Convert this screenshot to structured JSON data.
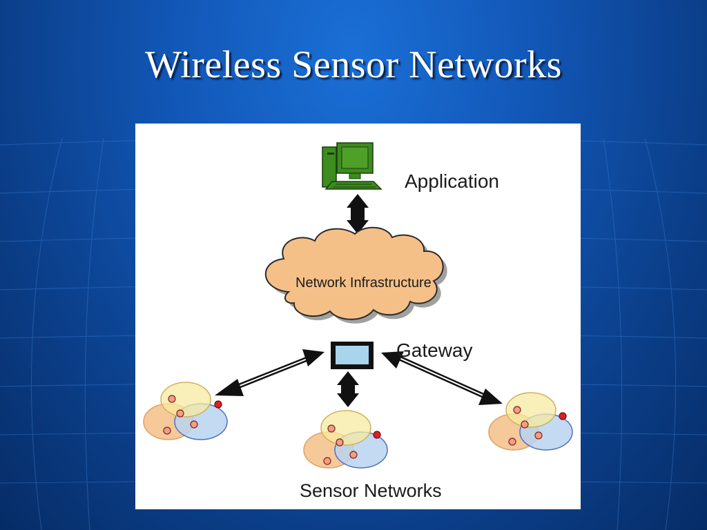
{
  "slide": {
    "title": "Wireless Sensor Networks"
  },
  "diagram": {
    "nodes": {
      "application": {
        "label": "Application",
        "icon": "computer-icon"
      },
      "network": {
        "label": "Network Infrastructure",
        "icon": "cloud-icon"
      },
      "gateway": {
        "label": "Gateway",
        "icon": "gateway-icon"
      },
      "sensor_networks": {
        "label": "Sensor Networks"
      }
    },
    "edges": [
      {
        "from": "application",
        "to": "network",
        "type": "bidirectional"
      },
      {
        "from": "gateway",
        "to": "sensor-cluster-left",
        "type": "bidirectional"
      },
      {
        "from": "gateway",
        "to": "sensor-cluster-center",
        "type": "bidirectional"
      },
      {
        "from": "gateway",
        "to": "sensor-cluster-right",
        "type": "bidirectional"
      }
    ],
    "colors": {
      "background": "#1258b8",
      "computer": "#3c8c1e",
      "cloud": "#f5c088",
      "gateway_screen": "#a8d4ec",
      "sensor_yellow": "#f7eaa0",
      "sensor_orange": "#f5c088",
      "sensor_blue": "#b8d4f0",
      "sensor_node": "#f0a080",
      "sensor_node_active": "#e02020"
    }
  }
}
